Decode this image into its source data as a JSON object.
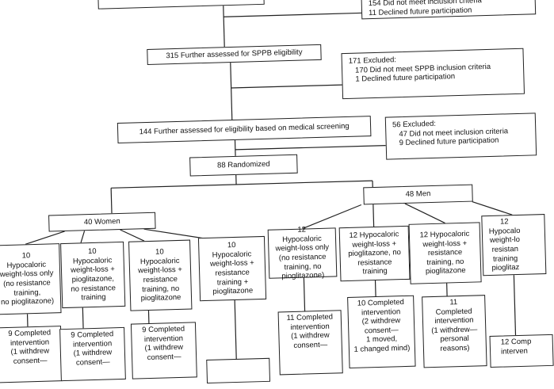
{
  "top_exclusion": {
    "lines": [
      "154 Did not meet inclusion criteria",
      "11 Declined future participation"
    ]
  },
  "sppb": {
    "text": "315 Further assessed for SPPB eligibility"
  },
  "sppb_exclusion": {
    "title": "171 Excluded:",
    "lines": [
      "170 Did not meet SPPB inclusion criteria",
      "1 Declined future participation"
    ]
  },
  "medical": {
    "text": "144 Further assessed for eligibility based on medical screening"
  },
  "medical_exclusion": {
    "title": "56 Excluded:",
    "lines": [
      "47 Did not meet inclusion criteria",
      "9 Declined future participation"
    ]
  },
  "randomized": {
    "text": "88 Randomized"
  },
  "women": {
    "text": "40 Women"
  },
  "men": {
    "text": "48 Men"
  },
  "women_arms": [
    {
      "lines": [
        "10",
        "Hypocaloric",
        "weight-loss only",
        "(no resistance",
        "training,",
        "no pioglitazone)"
      ]
    },
    {
      "lines": [
        "10",
        "Hypocaloric",
        "weight-loss +",
        "pioglitazone,",
        "no resistance",
        "training"
      ]
    },
    {
      "lines": [
        "10",
        "Hypocaloric",
        "weight-loss +",
        "resistance",
        "training, no",
        "pioglitazone"
      ]
    },
    {
      "lines": [
        "10",
        "Hypocaloric",
        "weight-loss +",
        "resistance",
        "training +",
        "pioglitazone"
      ]
    }
  ],
  "men_arms": [
    {
      "lines": [
        "12",
        "Hypocaloric",
        "weight-loss only",
        "(no resistance",
        "training, no",
        "pioglitazone)"
      ]
    },
    {
      "lines": [
        "12 Hypocaloric",
        "weight-loss +",
        "pioglitazone, no",
        "resistance",
        "training"
      ]
    },
    {
      "lines": [
        "12 Hypocaloric",
        "weight-loss +",
        "resistance",
        "training, no",
        "pioglitazone"
      ]
    },
    {
      "lines": [
        "12",
        "Hypocalo",
        "weight-lo",
        "resistan",
        "training",
        "pioglitaz"
      ]
    }
  ],
  "women_completed": [
    {
      "lines": [
        "9 Completed",
        "intervention",
        "(1 withdrew",
        "consent—"
      ]
    },
    {
      "lines": [
        "9 Completed",
        "intervention",
        "(1 withdrew",
        "consent—"
      ]
    },
    {
      "lines": [
        "9 Completed",
        "intervention",
        "(1 withdrew",
        "consent—"
      ]
    }
  ],
  "men_completed": [
    {
      "lines": [
        "11 Completed",
        "intervention",
        "(1 withdrew",
        "consent—"
      ]
    },
    {
      "lines": [
        "10 Completed",
        "intervention",
        "(2 withdrew",
        "consent—",
        "1 moved,",
        "1 changed mind)"
      ]
    },
    {
      "lines": [
        "11",
        "Completed",
        "intervention",
        "(1 withdrew—",
        "personal",
        "reasons)"
      ]
    },
    {
      "lines": [
        "12 Comp",
        "interven"
      ]
    }
  ]
}
